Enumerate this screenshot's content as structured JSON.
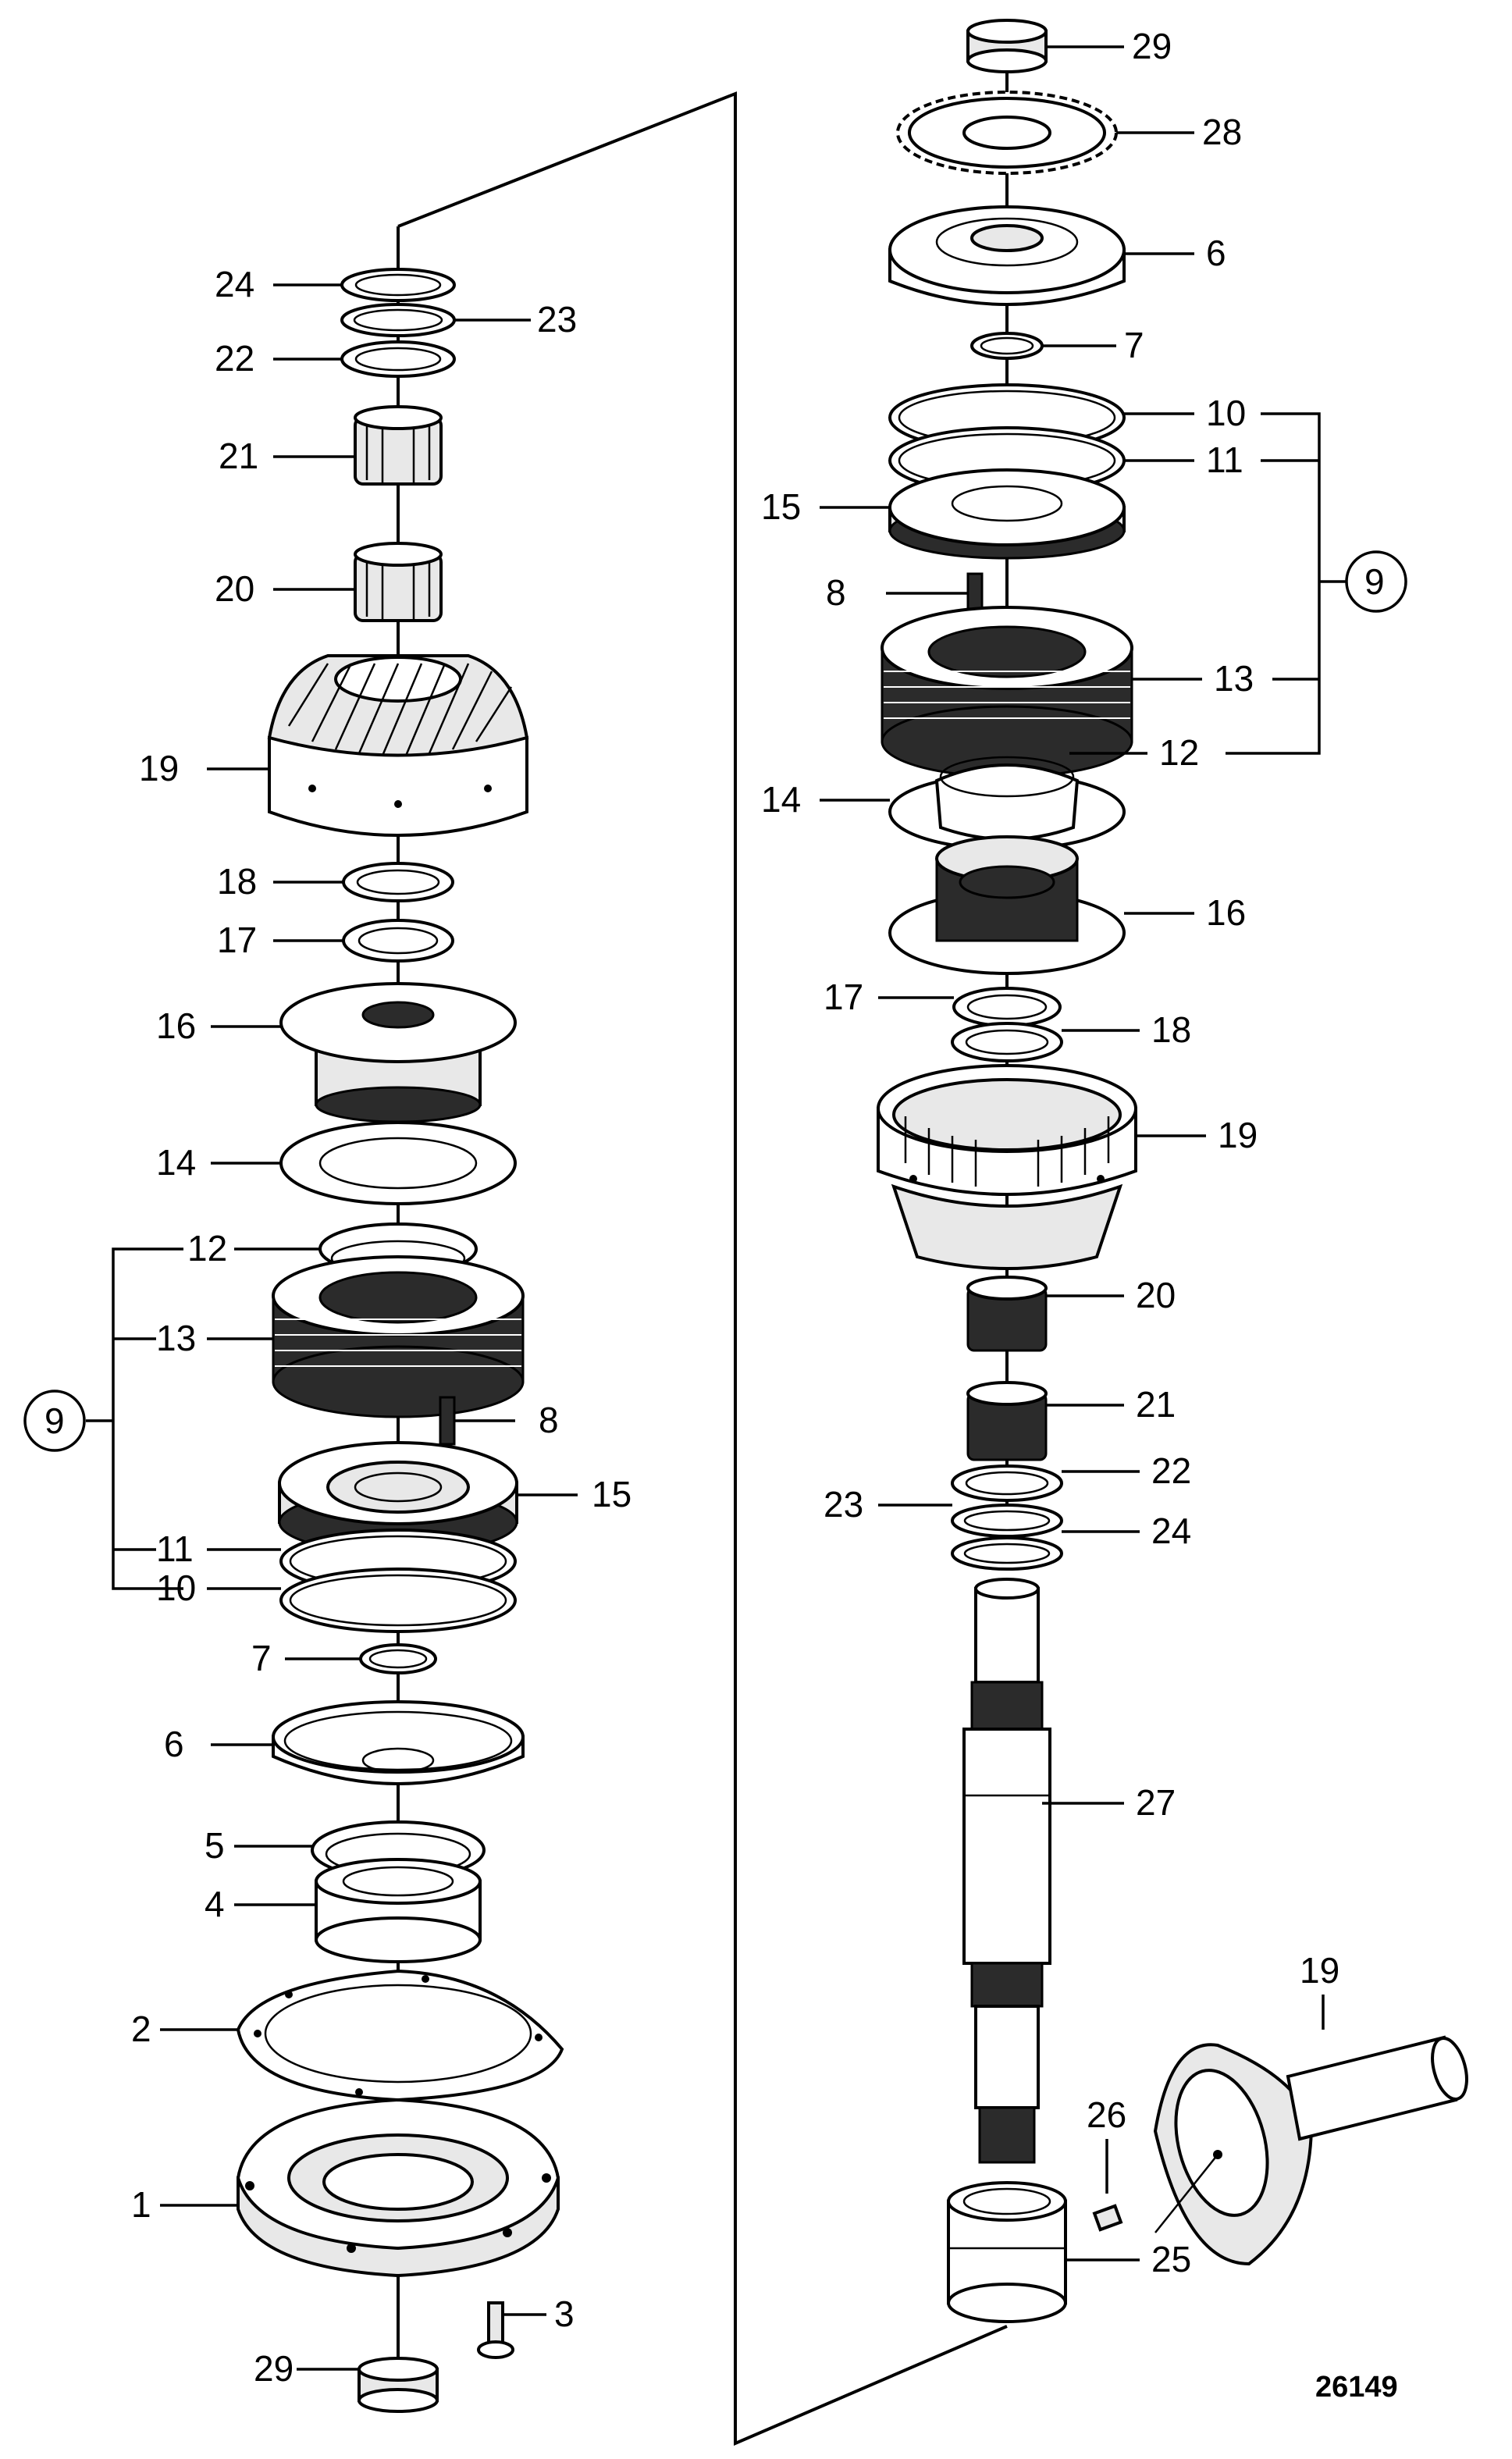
{
  "reference_number": "26149",
  "left_stack_labels": {
    "l24": "24",
    "l23": "23",
    "l22": "22",
    "l21": "21",
    "l20": "20",
    "l19": "19",
    "l18": "18",
    "l17": "17",
    "l16": "16",
    "l14": "14",
    "l12": "12",
    "l13": "13",
    "l9": "9",
    "l8": "8",
    "l15": "15",
    "l11": "11",
    "l10": "10",
    "l7": "7",
    "l6": "6",
    "l5": "5",
    "l4": "4",
    "l2": "2",
    "l1": "1",
    "l3": "3",
    "l29": "29"
  },
  "right_stack_labels": {
    "r29": "29",
    "r28": "28",
    "r6": "6",
    "r7": "7",
    "r10": "10",
    "r11": "11",
    "r15": "15",
    "r9": "9",
    "r8": "8",
    "r13": "13",
    "r12": "12",
    "r14": "14",
    "r16": "16",
    "r17": "17",
    "r18": "18",
    "r19": "19",
    "r20": "20",
    "r21": "21",
    "r22": "22",
    "r23": "23",
    "r24": "24",
    "r27": "27",
    "r19b": "19",
    "r26": "26",
    "r25": "25"
  }
}
